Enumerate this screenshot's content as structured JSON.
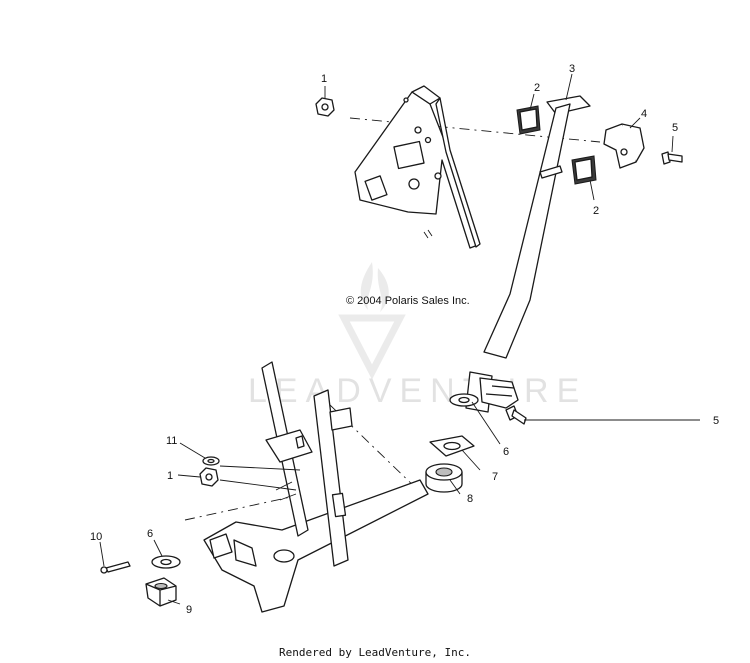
{
  "copyright": "© 2004 Polaris Sales Inc.",
  "watermark": "LEADVENTURE",
  "footer": "Rendered by LeadVenture, Inc.",
  "callouts": [
    "1",
    "2",
    "3",
    "2",
    "4",
    "5",
    "5",
    "6",
    "7",
    "8",
    "11",
    "1",
    "10",
    "6",
    "9"
  ],
  "colors": {
    "line": "#1a1a1a",
    "watermark": "#d9d9d9",
    "background": "#ffffff"
  }
}
